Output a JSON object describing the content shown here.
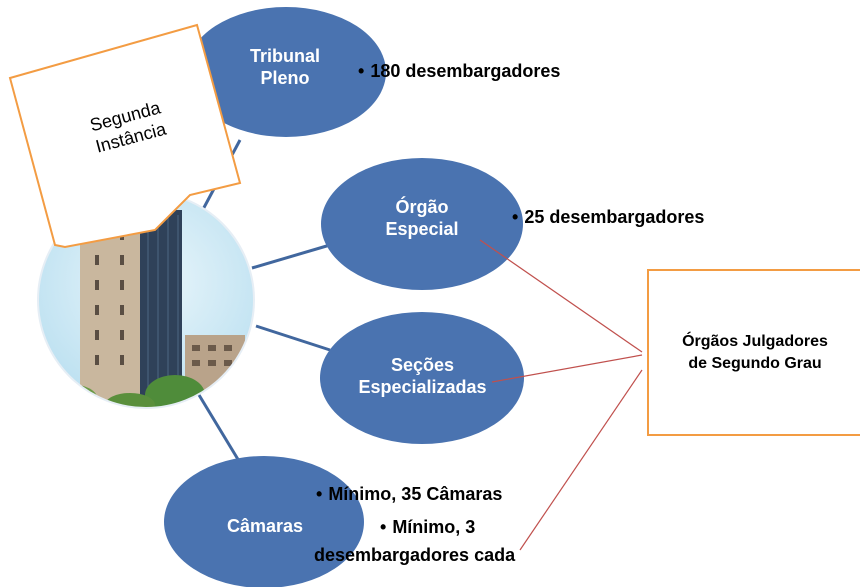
{
  "nodes": {
    "tribunal_pleno": {
      "line1": "Tribunal",
      "line2": "Pleno"
    },
    "orgao_especial": {
      "line1": "Órgão",
      "line2": "Especial"
    },
    "secoes": {
      "line1": "Seções",
      "line2": "Especializadas"
    },
    "camaras": {
      "line1": "Câmaras"
    }
  },
  "bullets": {
    "pleno": "180 desembargadores",
    "orgao": "25 desembargadores",
    "camaras_1": "Mínimo, 35 Câmaras",
    "camaras_2_line1": "Mínimo, 3",
    "camaras_2_line2": "desembargadores cada"
  },
  "callout": {
    "line1": "Segunda",
    "line2": "Instância"
  },
  "box": {
    "line1": "Órgãos Julgadores",
    "line2": "de Segundo Grau"
  },
  "colors": {
    "node_fill": "#4a73b0",
    "connector": "#41679e",
    "callout_border": "#f39c43",
    "box_border": "#f39c43",
    "red_line": "#c0504d"
  }
}
